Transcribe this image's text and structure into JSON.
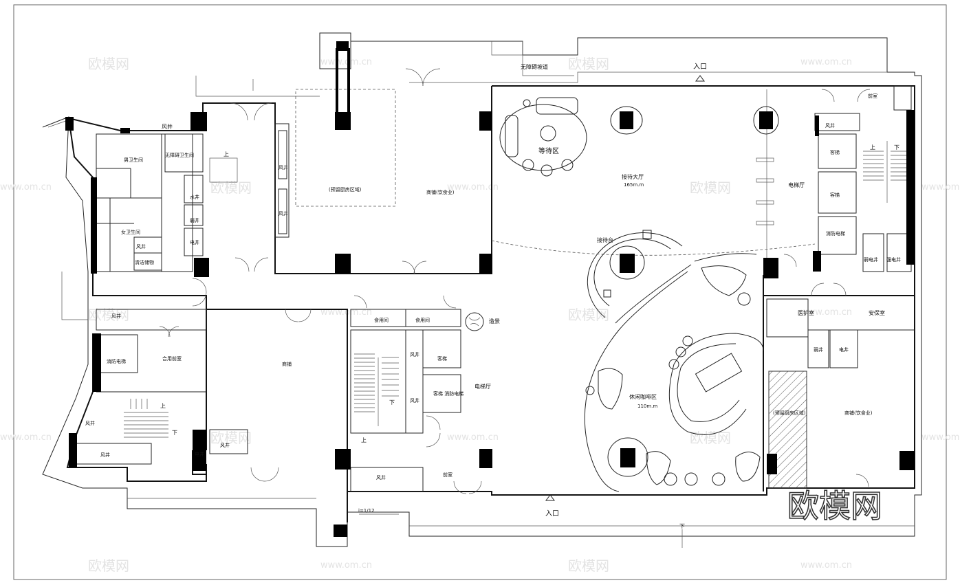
{
  "labels": {
    "wind_shaft": "风井",
    "barrier_free_passage": "无障碍坡道",
    "entrance": "入口",
    "rest_area": "等待区",
    "reception_hall": "接待大厅",
    "reception_hall_area": "165m.m",
    "elevator_hall": "电梯厅",
    "reception_desk": "接待台",
    "kitchen_zone": "(预留厨房区域)",
    "shop_catering": "商铺(饮食业)",
    "mens_toilet": "男卫生间",
    "womens_toilet": "女卫生间",
    "barrier_free_toilet": "无障碍卫生间",
    "water_well": "水井",
    "weak_well": "弱井",
    "elec_well": "电井",
    "cleaning_room": "清洁储物",
    "fire_elevator": "消防电梯",
    "shared_lobby": "合用前室",
    "shop": "商铺",
    "up": "上",
    "down": "下",
    "food_room": "食用间",
    "landscape": "造景",
    "elevator": "客梯",
    "elevator_fire": "客梯 消防电梯",
    "leisure_area": "休闲咖啡区",
    "leisure_area_size": "110m.m",
    "medical_room": "医护室",
    "security_room": "安保室",
    "front_room": "前室",
    "weak_elec": "弱电井",
    "strong_elec": "强电井",
    "slope": "i=1/12"
  },
  "watermark": {
    "brand": "欧模网",
    "url": "www.om.cn"
  },
  "colors": {
    "line": "#222222",
    "column": "#000000",
    "hatch": "#555555",
    "watermark": "#e3e3e3"
  }
}
